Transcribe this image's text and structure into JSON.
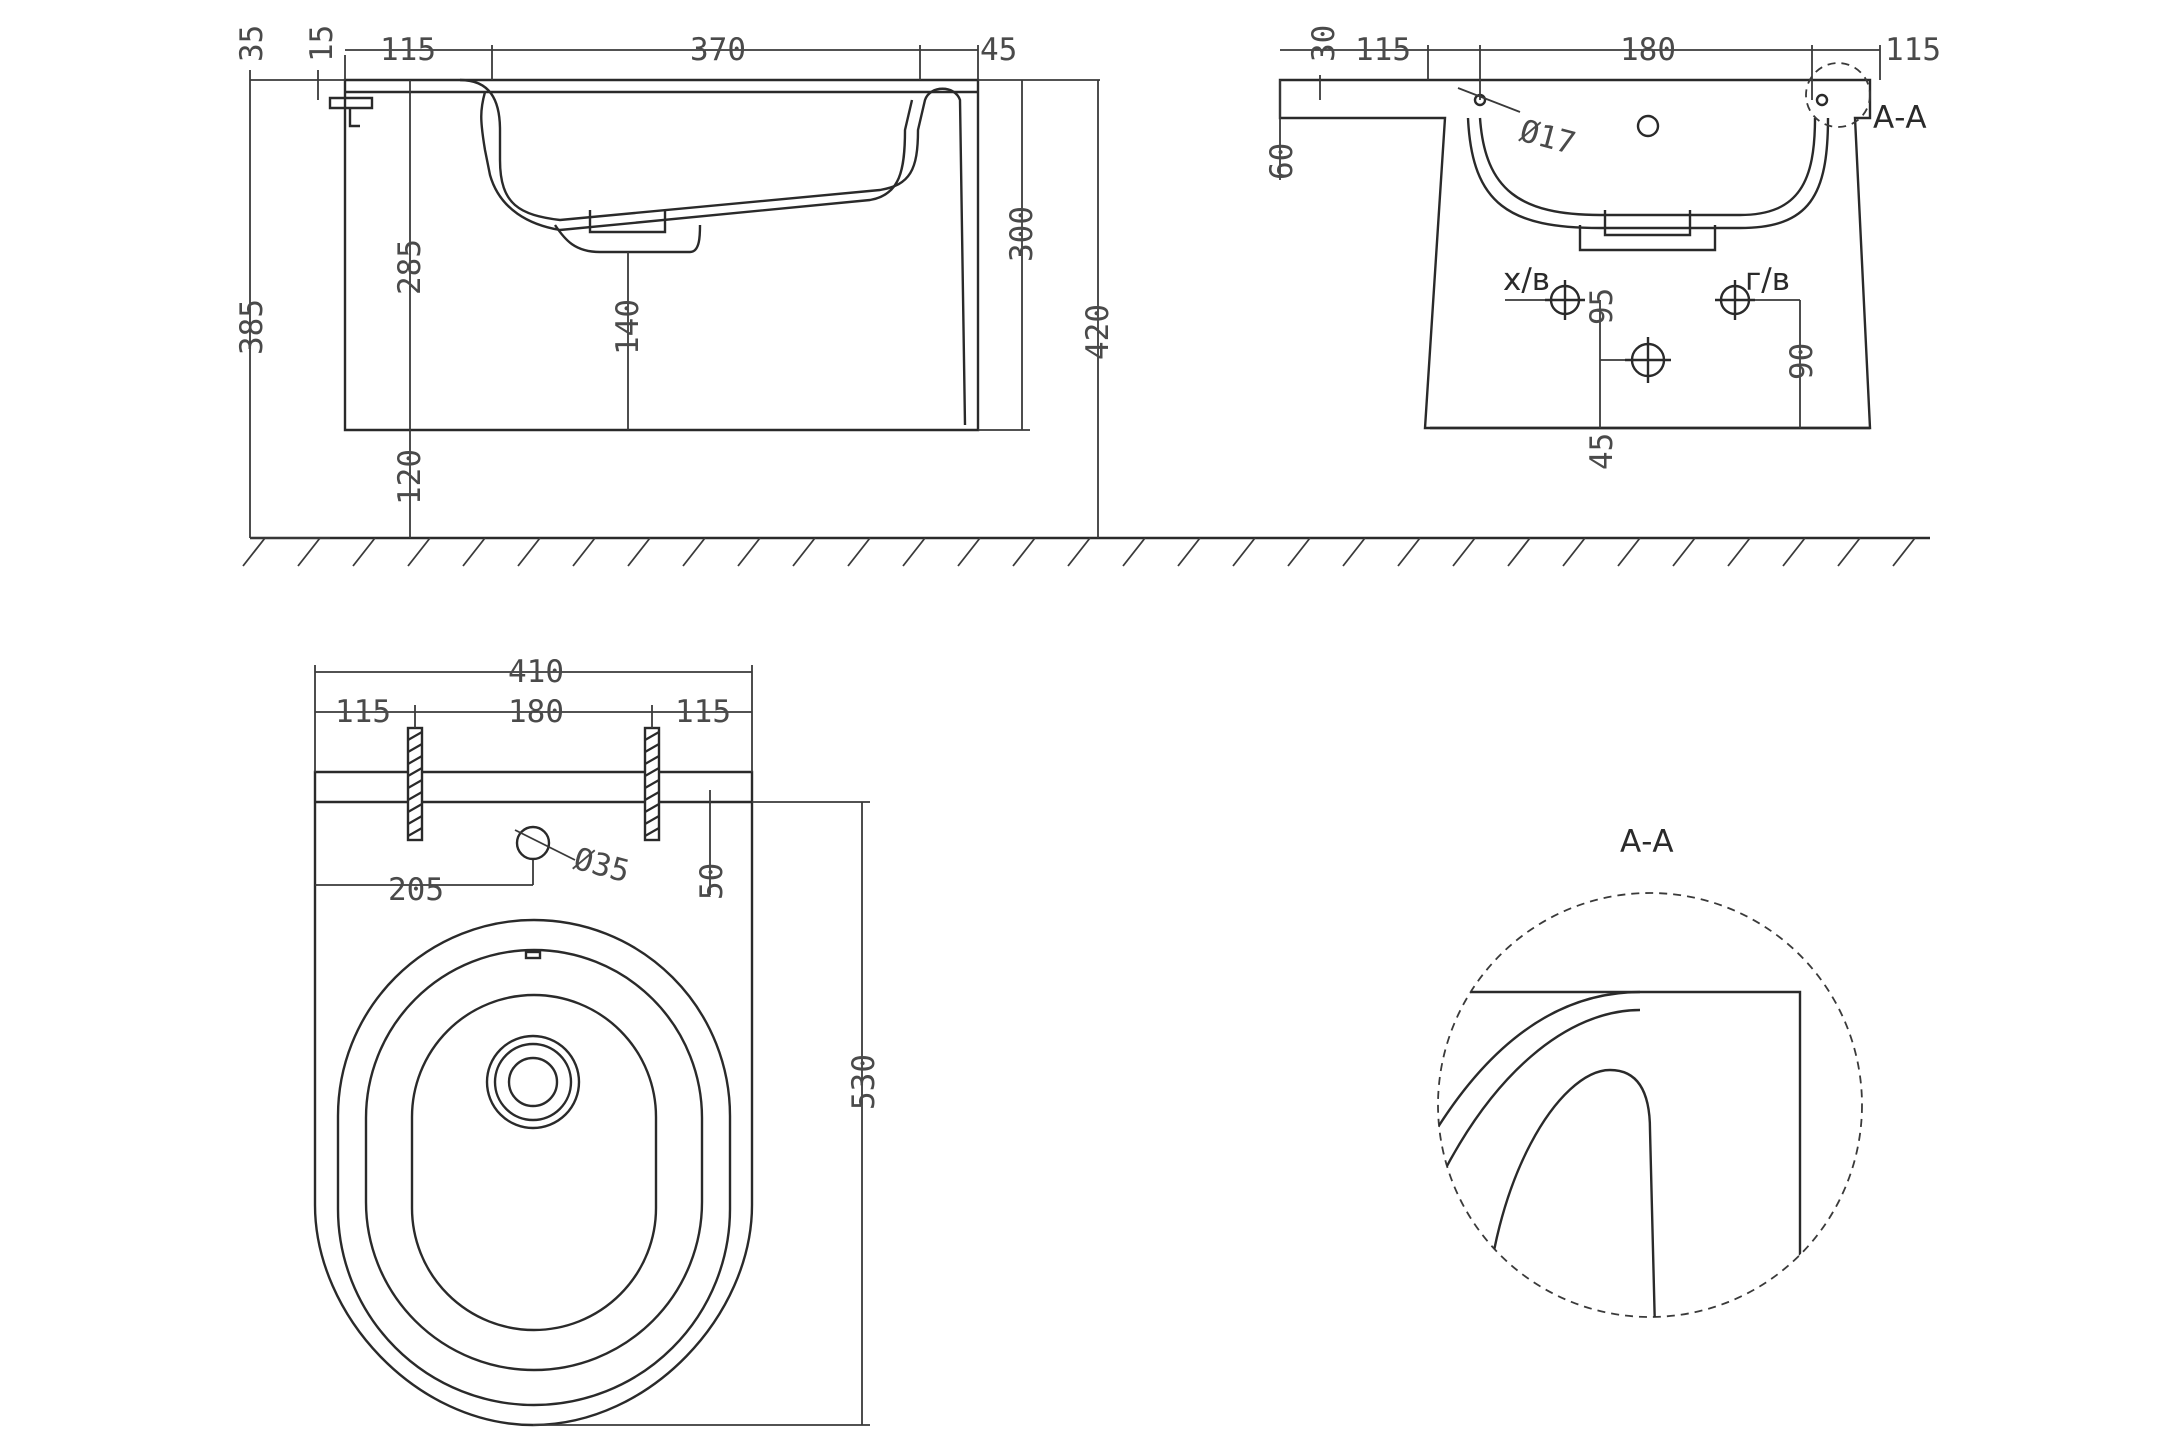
{
  "side_view": {
    "dims": {
      "d35": "35",
      "d15": "15",
      "d115": "115",
      "d370": "370",
      "d45": "45",
      "d385": "385",
      "d285": "285",
      "d140": "140",
      "d300": "300",
      "d420": "420",
      "d120": "120"
    }
  },
  "front_view": {
    "dims": {
      "d30": "30",
      "d115a": "115",
      "d180": "180",
      "d115b": "115",
      "d60": "60",
      "dia17": "Ø17",
      "d95": "95",
      "d90": "90",
      "d45": "45"
    },
    "labels": {
      "cold_water": "х/в",
      "hot_water": "г/в",
      "section_ref": "А-А"
    }
  },
  "top_view": {
    "dims": {
      "d410": "410",
      "d115a": "115",
      "d180": "180",
      "d115b": "115",
      "d205": "205",
      "dia35": "Ø35",
      "d50": "50",
      "d530": "530"
    }
  },
  "detail": {
    "title": "А-А"
  }
}
